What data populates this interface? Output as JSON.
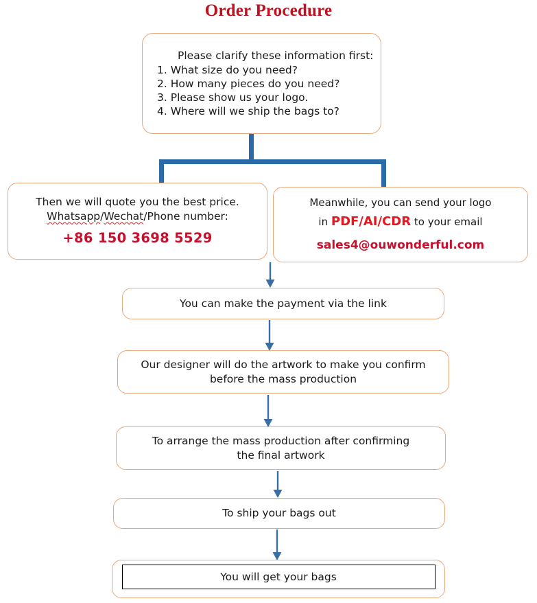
{
  "title": "Order Procedure",
  "colors": {
    "title_red": "#C01020",
    "accent_red": "#C8102E",
    "format_red": "#E8141E",
    "box_border_orange": "#E8A87C",
    "connector_blue": "#2B6CA8",
    "inner_rect_black": "#000000",
    "background": "#FFFFFF"
  },
  "nodes": {
    "clarify": {
      "heading": "Please clarify these information first:",
      "items": [
        "1. What size do you need?",
        "2. How many pieces do you need?",
        "3. Please show us your logo.",
        "4. Where will we ship the bags to?"
      ]
    },
    "quote": {
      "line1": "Then we will quote you the best price.",
      "line2_a": "Whatsapp",
      "line2_sep1": "/",
      "line2_b": "Wechat",
      "line2_c": "/Phone number:",
      "phone": "+86 150 3698 5529"
    },
    "logo": {
      "line1": "Meanwhile, you can send your logo",
      "line2_pre": "in ",
      "line2_formats": "PDF/AI/CDR",
      "line2_post": " to your email",
      "email": "sales4@ouwonderful.com"
    },
    "payment": {
      "text": "You can make the payment via the link"
    },
    "designer": {
      "line1": "Our designer will do the artwork to make you confirm",
      "line2": "before the mass production"
    },
    "produce": {
      "line1": "To arrange the mass production after confirming",
      "line2": "the final artwork"
    },
    "ship": {
      "text": "To ship your bags out"
    },
    "receive": {
      "text": "You will get your bags"
    }
  },
  "connectors": {
    "splitter": "thick-blue-bracket-split",
    "arrows": [
      "arrow-to-payment",
      "arrow-to-designer",
      "arrow-to-produce",
      "arrow-to-ship",
      "arrow-to-receive"
    ]
  }
}
